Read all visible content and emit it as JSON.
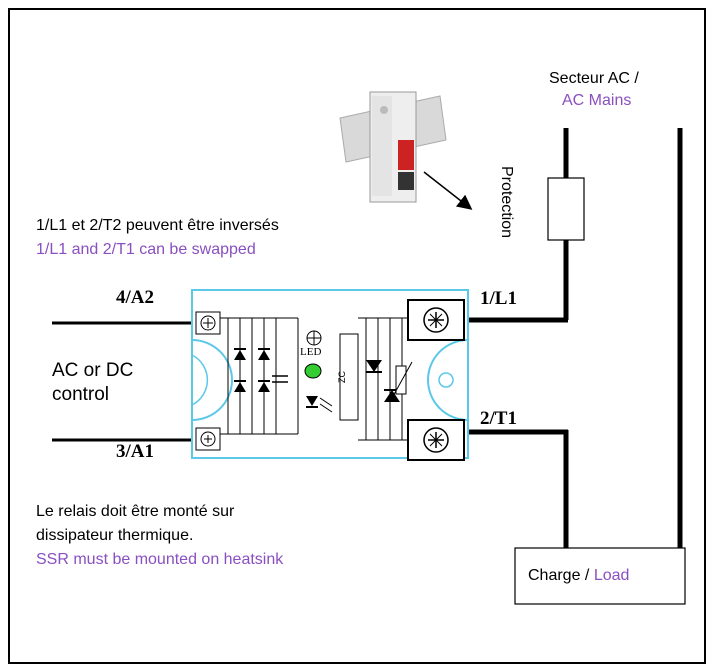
{
  "mains": {
    "label_fr": "Secteur AC /",
    "label_en": "AC Mains",
    "protection_label": "Protection"
  },
  "swap_note": {
    "fr": "1/L1 et 2/T2 peuvent être inversés",
    "en": "1/L1 and 2/T1 can be swapped"
  },
  "terminals": {
    "a2": "4/A2",
    "a1": "3/A1",
    "l1": "1/L1",
    "t1": "2/T1"
  },
  "control": {
    "line1": "AC or DC",
    "line2": "control"
  },
  "relay": {
    "led_label": "LED",
    "zc_label": "ZC"
  },
  "heatsink_note": {
    "fr_line1": "Le relais doit être monté sur",
    "fr_line2": "dissipateur thermique.",
    "en": "SSR must be mounted on heatsink"
  },
  "load": {
    "label_fr": "Charge / ",
    "label_en": "Load"
  },
  "colors": {
    "english_text": "#8a4fc0",
    "relay_outline": "#5bc8e8",
    "led_green": "#33cc33"
  }
}
